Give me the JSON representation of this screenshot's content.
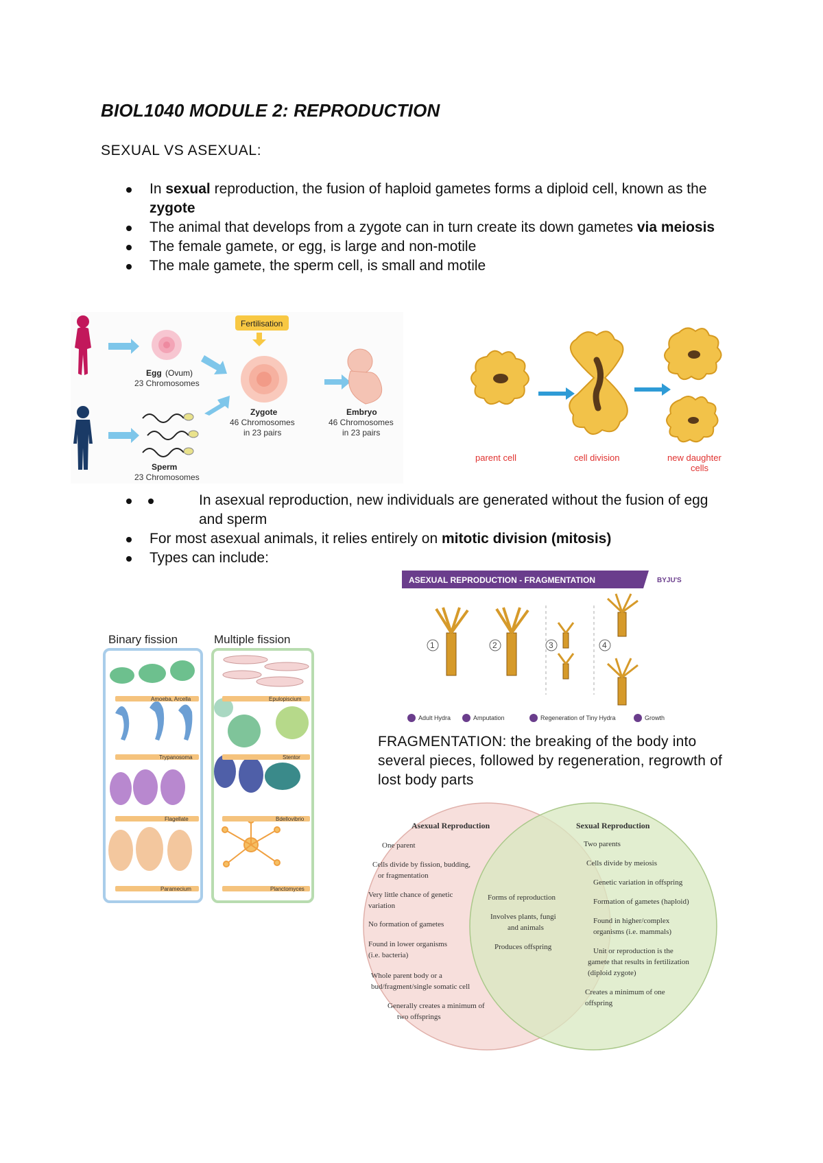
{
  "title": "BIOL1040 MODULE 2: REPRODUCTION",
  "section_heading": "SEXUAL VS ASEXUAL:",
  "sexual_bullets": [
    {
      "parts": [
        {
          "t": "In ",
          "b": false
        },
        {
          "t": "sexual",
          "b": true
        },
        {
          "t": " reproduction, the fusion of haploid gametes forms a diploid cell, known as the ",
          "b": false
        },
        {
          "t": "zygote",
          "b": true
        }
      ]
    },
    {
      "parts": [
        {
          "t": "The animal that develops from a zygote can in turn create its down gametes ",
          "b": false
        },
        {
          "t": "via meiosis",
          "b": true
        }
      ]
    },
    {
      "parts": [
        {
          "t": "The female gamete, or egg, is large and non-motile",
          "b": false
        }
      ]
    },
    {
      "parts": [
        {
          "t": "The male gamete, the sperm cell, is small and motile",
          "b": false
        }
      ]
    }
  ],
  "asexual_bullets": [
    {
      "parts": [
        {
          "t": "In asexual reproduction, new individuals are generated without the fusion of egg and sperm",
          "b": false
        }
      ]
    },
    {
      "parts": [
        {
          "t": "For most asexual animals, it relies entirely on ",
          "b": false
        },
        {
          "t": "mitotic division (mitosis)",
          "b": true
        }
      ]
    },
    {
      "parts": [
        {
          "t": "Types can include:",
          "b": false
        }
      ]
    }
  ],
  "fertilisation_figure": {
    "fertilisation_label": "Fertilisation",
    "egg_label": "Egg",
    "egg_sub": "(Ovum)",
    "egg_chromosomes": "23 Chromosomes",
    "sperm_label": "Sperm",
    "sperm_chromosomes": "23 Chromosomes",
    "zygote_label": "Zygote",
    "zygote_line1": "46 Chromosomes",
    "zygote_line2": "in 23 pairs",
    "embryo_label": "Embryo",
    "embryo_line1": "46 Chromosomes",
    "embryo_line2": "in 23 pairs"
  },
  "cell_division_figure": {
    "parent_label": "parent cell",
    "division_label": "cell division",
    "daughter_label_1": "new daughter",
    "daughter_label_2": "cells",
    "label_color": "#e0312f"
  },
  "fission_figure": {
    "binary_title": "Binary fission",
    "multiple_title": "Multiple fission",
    "binary_rows": [
      "Amoeba, Arcella",
      "Trypanosoma",
      "Flagellate",
      "Paramecium"
    ],
    "multiple_rows": [
      "Epulopiscium",
      "Stentor",
      "Bdellovibrio",
      "Planctomyces"
    ],
    "binary_color": "#a9cdea",
    "multiple_color": "#b8dcb0"
  },
  "fragmentation_figure": {
    "banner": "ASEXUAL REPRODUCTION - FRAGMENTATION",
    "brand": "BYJU'S",
    "steps": [
      "1",
      "2",
      "3",
      "4"
    ],
    "legend": [
      "Adult Hydra",
      "Amputation",
      "Regeneration of Tiny Hydra",
      "Growth"
    ],
    "banner_color": "#6a3d8c"
  },
  "fragmentation_caption": "FRAGMENTATION: the breaking of the body into several pieces, followed by regeneration, regrowth of lost body parts",
  "venn": {
    "asexual_title": "Asexual Reproduction",
    "sexual_title": "Sexual Reproduction",
    "asexual_items": [
      "One parent",
      "Cells divide by fission, budding,",
      "or fragmentation",
      "Very little chance of genetic",
      "variation",
      "No formation of gametes",
      "Found in lower organisms",
      "(i.e. bacteria)",
      "Whole parent body or a",
      "bud/fragment/single  somatic cell",
      "Generally creates a minimum of",
      "two offsprings"
    ],
    "common_items": [
      "Forms of reproduction",
      "Involves plants, fungi",
      "and animals",
      "Produces offspring"
    ],
    "sexual_items": [
      "Two parents",
      "Cells divide by meiosis",
      "Genetic variation in offspring",
      "Formation of gametes (haploid)",
      "Found in higher/complex",
      "organisms (i.e. mammals)",
      "Unit or reproduction is the",
      "gamete that results in fertilization",
      "(diploid zygote)",
      "Creates a minimum of one",
      "offspring"
    ],
    "asexual_color": "#f6d9d6",
    "sexual_color": "#d8e8c0"
  }
}
